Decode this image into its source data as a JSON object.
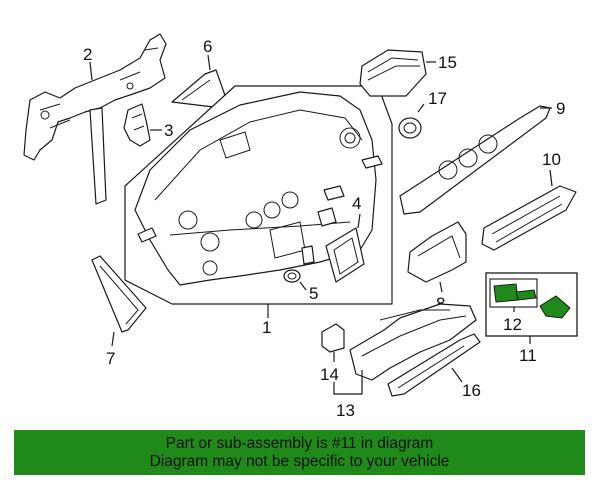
{
  "callouts": {
    "c1": "1",
    "c2": "2",
    "c3": "3",
    "c4": "4",
    "c5": "5",
    "c6": "6",
    "c7": "7",
    "c8": "8",
    "c9": "9",
    "c10": "10",
    "c11": "11",
    "c12": "12",
    "c13": "13",
    "c14": "14",
    "c15": "15",
    "c16": "16",
    "c17": "17"
  },
  "highlight_color": "#1f8a1a",
  "banner": {
    "line1": "Part or sub-assembly is #11 in diagram",
    "line2": "Diagram may not be specific to your vehicle"
  }
}
